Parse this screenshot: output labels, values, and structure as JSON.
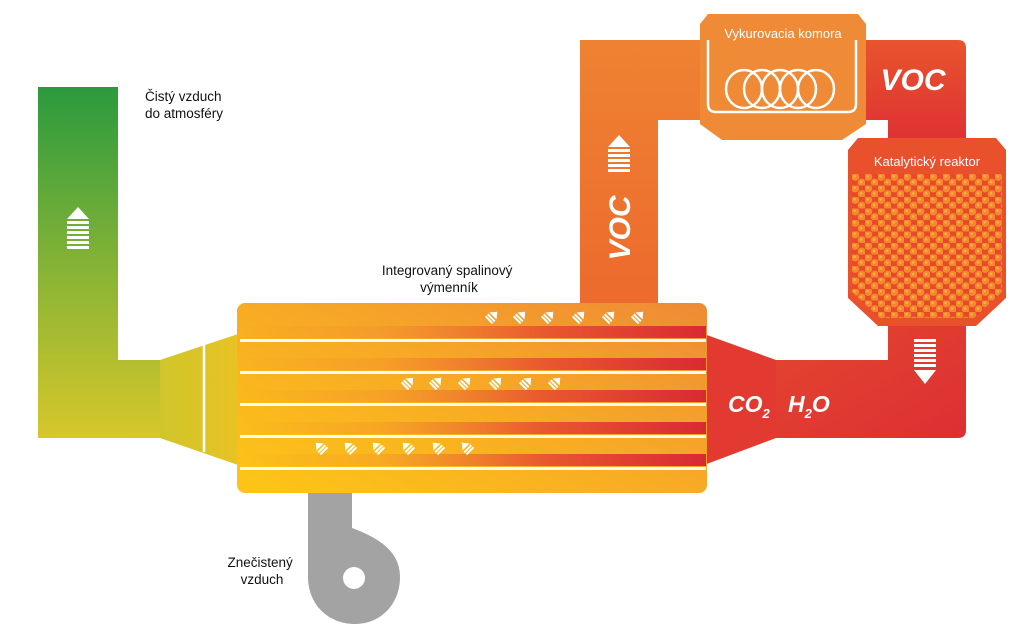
{
  "labels": {
    "clean_air_line1": "Čistý vzduch",
    "clean_air_line2": "do atmosféry",
    "exchanger_line1": "Integrovaný spalinový",
    "exchanger_line2": "výmenník",
    "polluted_line1": "Znečistený",
    "polluted_line2": "vzduch",
    "heating_chamber": "Vykurovacia komora",
    "catalytic_reactor": "Katalytický reaktor",
    "voc_vertical": "VOC",
    "voc_right": "VOC",
    "co2_main": "CO",
    "co2_sub": "2",
    "h2o_h": "H",
    "h2o_sub": "2",
    "h2o_o": "O"
  },
  "colors": {
    "green": "#2a9a3e",
    "yellow_green": "#c9c82e",
    "yellow": "#fbc217",
    "orange": "#ee8a2e",
    "dark_orange": "#e8632c",
    "red": "#df3233",
    "fan_gray": "#a3a3a3"
  }
}
